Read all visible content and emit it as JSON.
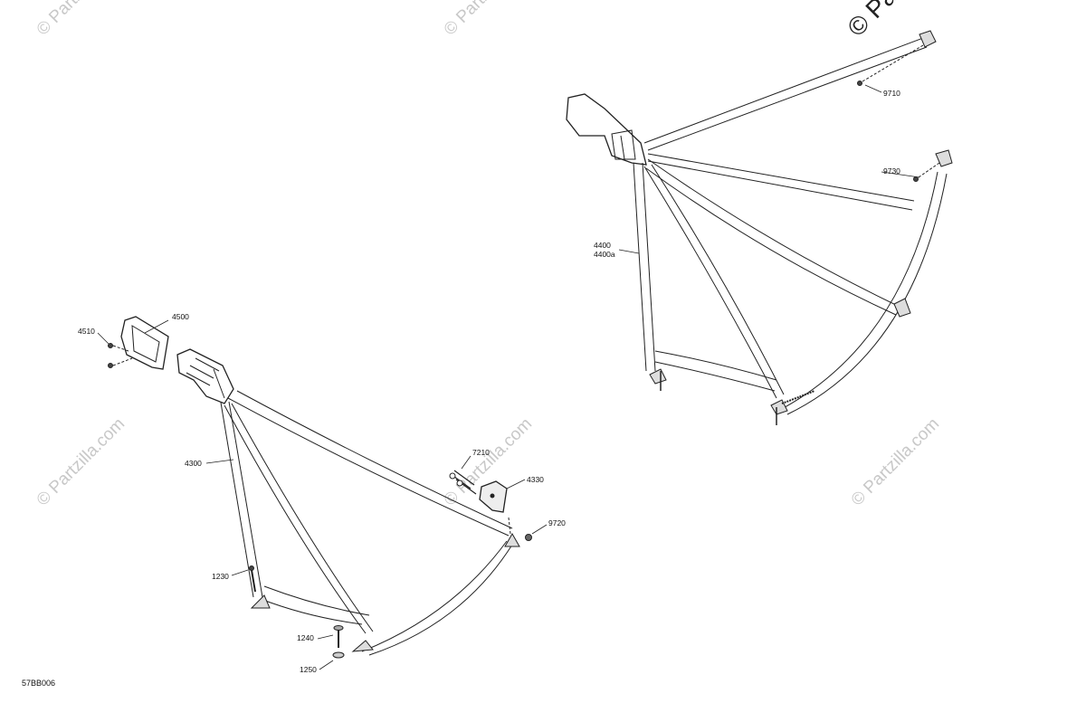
{
  "diagram": {
    "code": "57BB006",
    "watermark": "© Partzilla.com",
    "corner_watermark": "© Pa",
    "callouts": {
      "c4500": "4500",
      "c4510": "4510",
      "c4300": "4300",
      "c1230": "1230",
      "c1240": "1240",
      "c1250": "1250",
      "c7210": "7210",
      "c4330": "4330",
      "c9720": "9720",
      "c9710": "9710",
      "c9730": "9730",
      "c4400": "4400",
      "c4400a": "4400a"
    }
  }
}
